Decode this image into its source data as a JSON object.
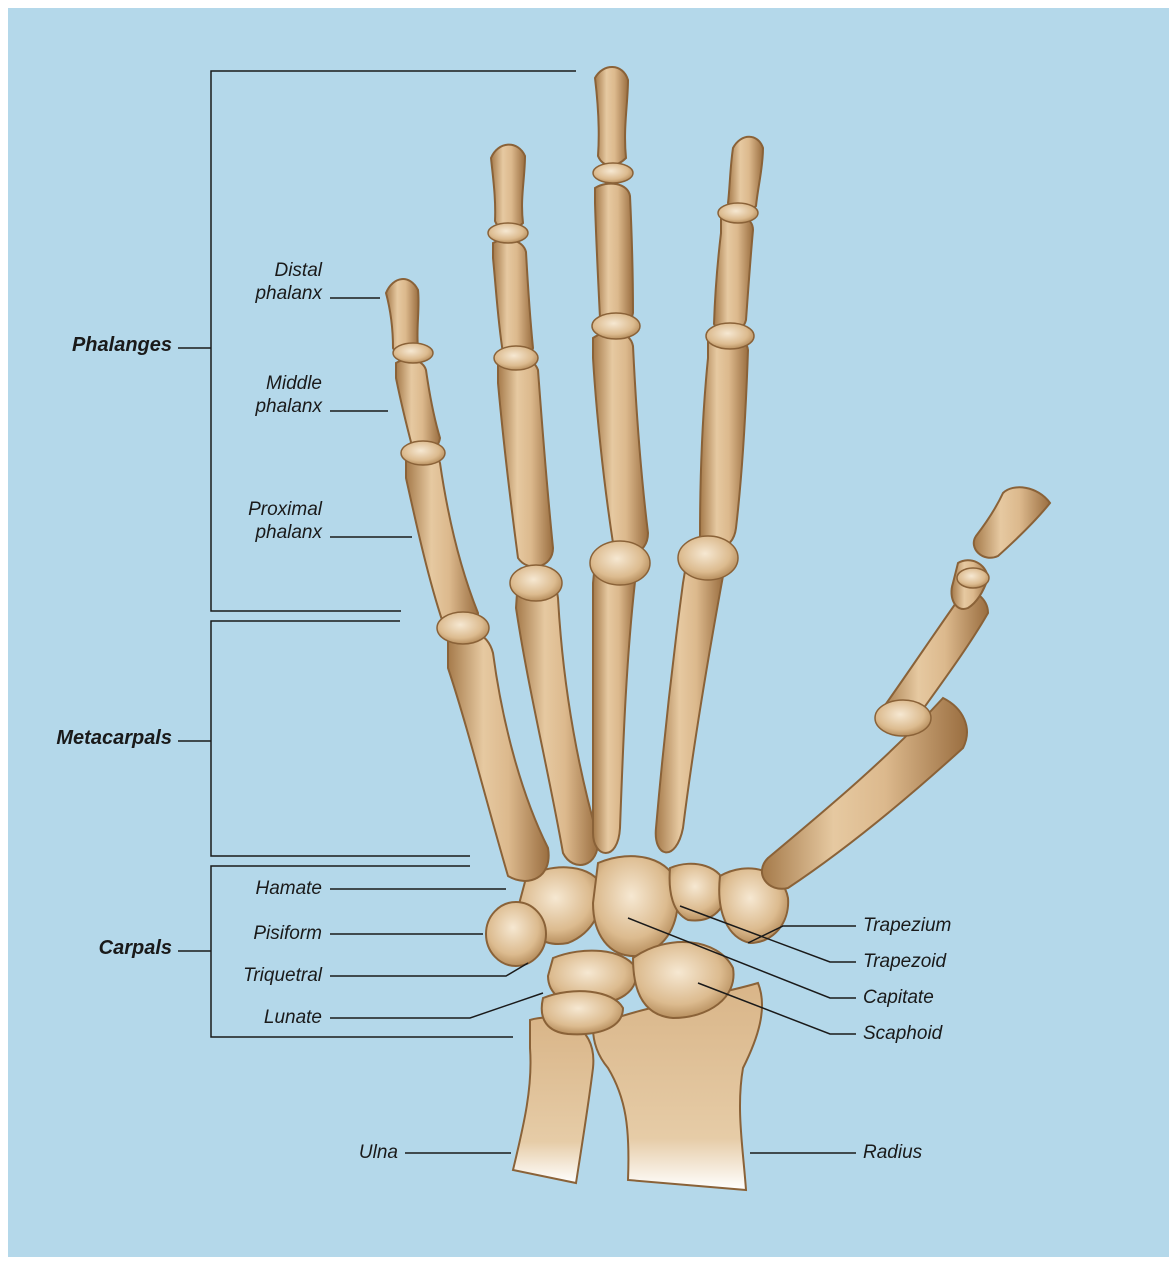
{
  "colors": {
    "background": "#b4d8ea",
    "bone": "#d8b58c",
    "bone_shadow": "#9c7244",
    "bone_highlight": "#f3e3c9",
    "line": "#1a1a1a"
  },
  "groups": {
    "phalanges": "Phalanges",
    "metacarpals": "Metacarpals",
    "carpals": "Carpals"
  },
  "phalanx_labels": {
    "distal_1": "Distal",
    "distal_2": "phalanx",
    "middle_1": "Middle",
    "middle_2": "phalanx",
    "proximal_1": "Proximal",
    "proximal_2": "phalanx"
  },
  "left_carpals": {
    "hamate": "Hamate",
    "pisiform": "Pisiform",
    "triquetral": "Triquetral",
    "lunate": "Lunate"
  },
  "right_carpals": {
    "trapezium": "Trapezium",
    "trapezoid": "Trapezoid",
    "capitate": "Capitate",
    "scaphoid": "Scaphoid"
  },
  "forearm": {
    "ulna": "Ulna",
    "radius": "Radius"
  }
}
